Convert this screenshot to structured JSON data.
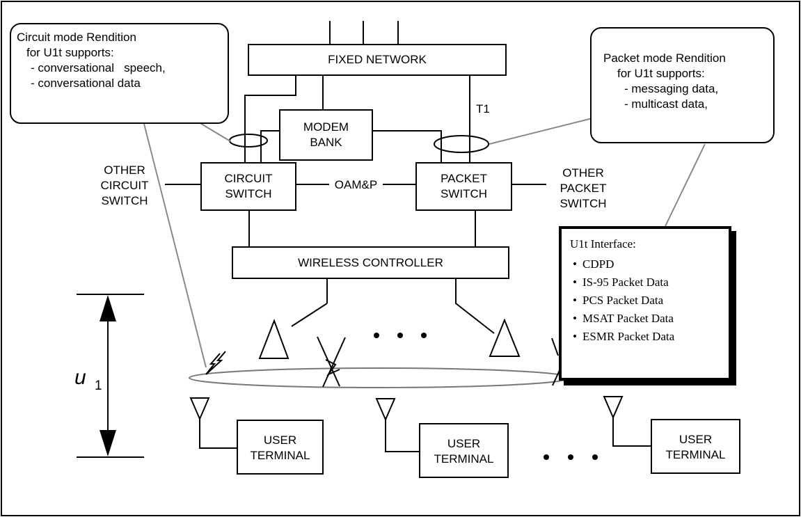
{
  "fixed_network": "FIXED NETWORK",
  "modem_bank": [
    "MODEM",
    "BANK"
  ],
  "circuit_switch": [
    "CIRCUIT",
    "SWITCH"
  ],
  "packet_switch": [
    "PACKET",
    "SWITCH"
  ],
  "oamp": "OAM&P",
  "t1": "T1",
  "other_circuit_switch": [
    "OTHER",
    "CIRCUIT",
    "SWITCH"
  ],
  "other_packet_switch": [
    "OTHER",
    "PACKET",
    "SWITCH"
  ],
  "wireless_controller": "WIRELESS CONTROLLER",
  "circuit_callout": {
    "title": [
      "Circuit mode Rendition",
      "for U1t supports:"
    ],
    "items": [
      "- conversational   speech,",
      "- conversational data"
    ]
  },
  "packet_callout": {
    "title": [
      "Packet mode Rendition",
      "for U1t supports:"
    ],
    "items": [
      "- messaging data,",
      "- multicast data,"
    ]
  },
  "interface_box": {
    "title": "U1t Interface:",
    "items": [
      "CDPD",
      "IS-95 Packet Data",
      "PCS Packet Data",
      "MSAT Packet Data",
      "ESMR Packet Data"
    ]
  },
  "u1_label": {
    "letter": "u",
    "subscript": "1"
  },
  "user_terminal": [
    "USER",
    "TERMINAL"
  ]
}
